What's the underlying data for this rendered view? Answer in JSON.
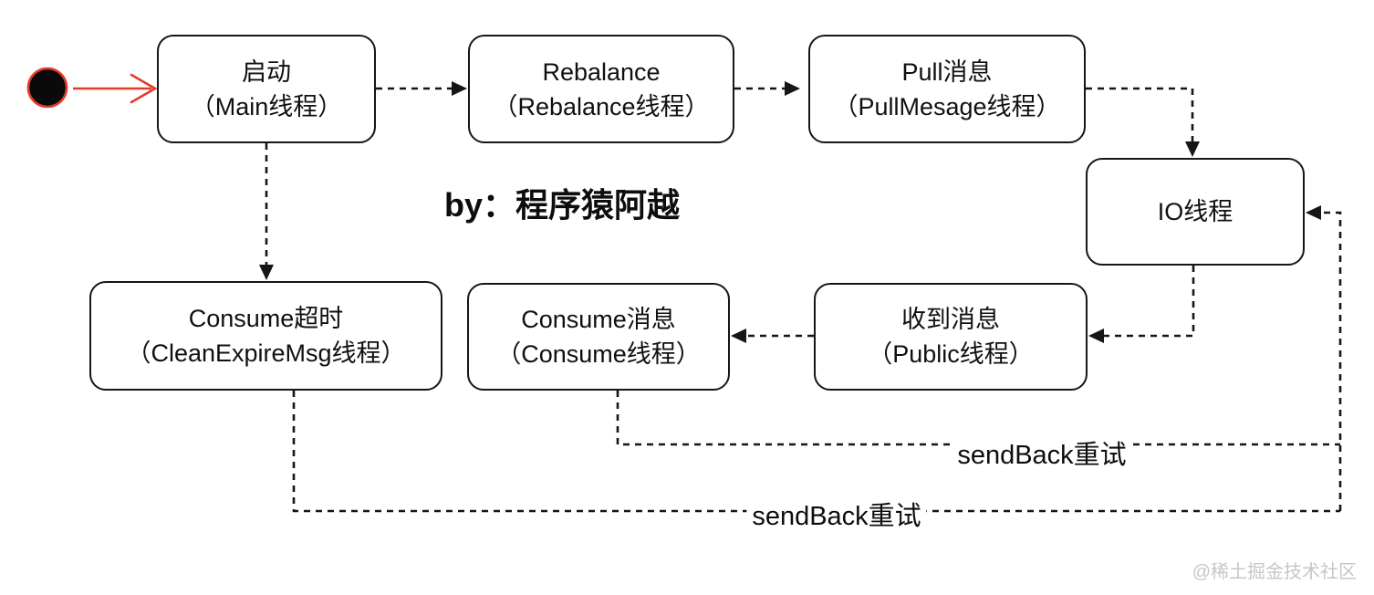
{
  "diagram": {
    "author_note": "by：程序猿阿越",
    "watermark": "@稀土掘金技术社区",
    "nodes": {
      "start": {
        "title": "启动",
        "subtitle": "（Main线程）"
      },
      "rebalance": {
        "title": "Rebalance",
        "subtitle": "（Rebalance线程）"
      },
      "pull": {
        "title": "Pull消息",
        "subtitle": "（PullMesage线程）"
      },
      "io": {
        "title": "IO线程"
      },
      "receive": {
        "title": "收到消息",
        "subtitle": "（Public线程）"
      },
      "consume": {
        "title": "Consume消息",
        "subtitle": "（Consume线程）"
      },
      "timeout": {
        "title": "Consume超时",
        "subtitle": "（CleanExpireMsg线程）"
      }
    },
    "edges": [
      {
        "from": "initial-state",
        "to": "start",
        "style": "solid-red"
      },
      {
        "from": "start",
        "to": "rebalance",
        "style": "dashed"
      },
      {
        "from": "rebalance",
        "to": "pull",
        "style": "dashed"
      },
      {
        "from": "pull",
        "to": "io",
        "style": "dashed"
      },
      {
        "from": "start",
        "to": "timeout",
        "style": "dashed"
      },
      {
        "from": "io",
        "to": "receive",
        "style": "dashed"
      },
      {
        "from": "receive",
        "to": "consume",
        "style": "dashed"
      },
      {
        "from": "consume",
        "to": "io",
        "style": "dashed",
        "label": "sendBack重试"
      },
      {
        "from": "timeout",
        "to": "io",
        "style": "dashed",
        "label": "sendBack重试"
      }
    ],
    "colors": {
      "line": "#161616",
      "accent_red": "#e23b2b",
      "node_bg": "#ffffff",
      "watermark": "#c9c5c5"
    }
  }
}
